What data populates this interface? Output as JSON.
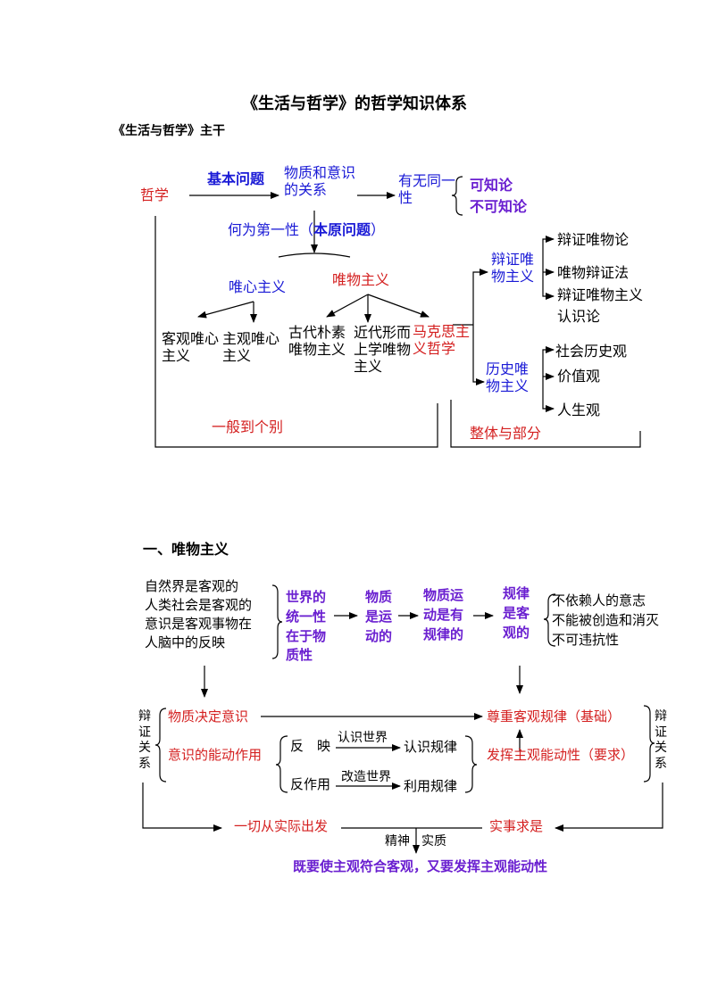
{
  "title": "《生活与哲学》的哲学知识体系",
  "subtitle": "《生活与哲学》主干",
  "d1": {
    "zhexue": "哲学",
    "jibenwenti": "基本问题",
    "wuzhi_yishi": "物质和意识的关系",
    "youwu": "有无同一性",
    "kezhilun": "可知论",
    "bukezhilun": "不可知论",
    "heweidiyi": "何为第一性（",
    "benyuan": "本原问题",
    "close_paren": "）",
    "weixin": "唯心主义",
    "weiwu": "唯物主义",
    "keguan": "客观唯心主义",
    "zhuguan": "主观唯心主义",
    "gudai": "古代朴素唯物主义",
    "jindai": "近代形而上学唯物主义",
    "makesi": "马克思主义哲学",
    "bianzheng": "辩证唯物主义",
    "lishi": "历史唯物主义",
    "bz_items": [
      "辩证唯物论",
      "唯物辩证法",
      "辩证唯物主义",
      "认识论"
    ],
    "ls_items": [
      "社会历史观",
      "价值观",
      "人生观"
    ],
    "yiban": "一般到个别",
    "zhengti": "整体与部分"
  },
  "section2": "一、唯物主义",
  "d2": {
    "ziranjie": [
      "自然界是客观的",
      "人类社会是客观的",
      "意识是客观事物在",
      "人脑中的反映"
    ],
    "shijie": "世界的统一性在于物质性",
    "wuzhi_yundong": "物质是运动的",
    "yundong_guilv": "物质运动是有规律的",
    "guilv_keguan": "规律是客观的",
    "guilv_items": [
      "不依赖人的意志",
      "不能被创造和消灭",
      "不可违抗性"
    ],
    "bianzheng_guanxi": "辩证关系",
    "wuzhi_jueding": "物质决定意识",
    "zunzhong": "尊重客观规律（基础）",
    "nengdong": "意识的能动作用",
    "fahui": "发挥主观能动性（要求）",
    "fanying": "反　映",
    "renshi_shijie": "认识世界",
    "renshi_guilv": "认识规律",
    "fanzuoyong": "反作用",
    "gaizao_shijie": "改造世界",
    "liyong_guilv": "利用规律",
    "yiqie": "一切从实际出发",
    "shishi": "实事求是",
    "jingshen": "精神",
    "shizhi": "实质",
    "conclusion": "既要使主观符合客观，又要发挥主观能动性"
  }
}
